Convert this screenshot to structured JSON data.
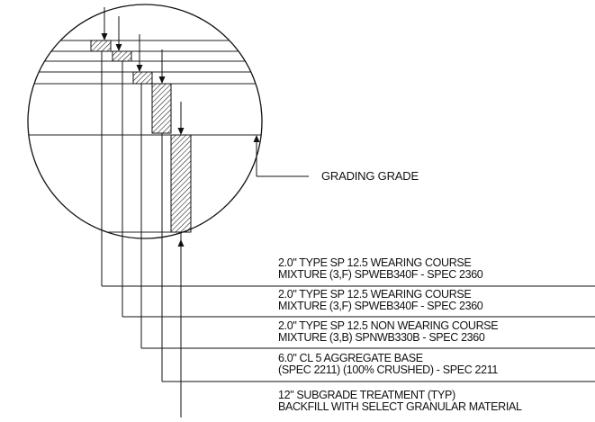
{
  "diagram": {
    "grading_label": "GRADING GRADE",
    "layers": [
      {
        "line1": "2.0\" TYPE SP 12.5 WEARING COURSE",
        "line2": "MIXTURE (3,F) SPWEB340F - SPEC 2360"
      },
      {
        "line1": "2.0\" TYPE SP 12.5 WEARING COURSE",
        "line2": "MIXTURE (3,F) SPWEB340F - SPEC 2360"
      },
      {
        "line1": "2.0\" TYPE SP 12.5 NON WEARING COURSE",
        "line2": "MIXTURE (3,B) SPNWB330B - SPEC 2360"
      },
      {
        "line1": "6.0\" CL 5 AGGREGATE BASE",
        "line2": "(SPEC 2211) (100% CRUSHED) - SPEC 2211"
      },
      {
        "line1": "12\" SUBGRADE TREATMENT (TYP)",
        "line2": "BACKFILL WITH SELECT GRANULAR MATERIAL"
      }
    ],
    "colors": {
      "ink": "#111111",
      "paper": "#ffffff"
    }
  }
}
